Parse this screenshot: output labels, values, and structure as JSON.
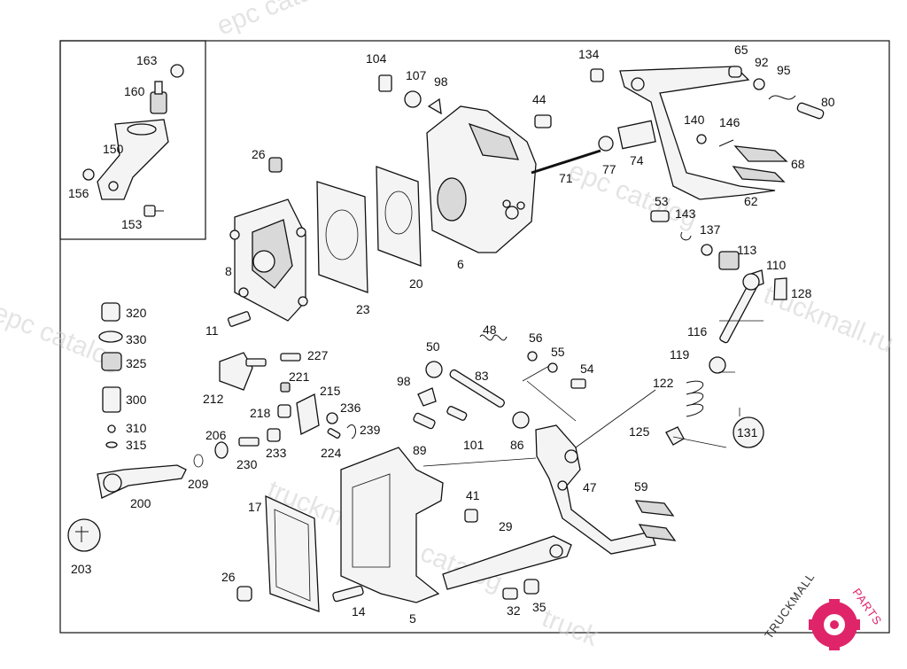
{
  "watermark": {
    "text_1": "epc catalog",
    "text_2": "truckmall.ru",
    "text_3": "epc catalog",
    "text_4": "truckmall.ru",
    "text_5": "epc catalog",
    "text_6": "epc catalog",
    "text_7": "truck"
  },
  "logo": {
    "brand_dark": "TRUCKMALL",
    "brand_light": "PARTS"
  },
  "colors": {
    "line": "#111111",
    "background": "#ffffff",
    "logo_accent": "#e0246a",
    "watermark": "#cfcfcf"
  },
  "labels": {
    "l163": "163",
    "l160": "160",
    "l150": "150",
    "l156": "156",
    "l153": "153",
    "l104": "104",
    "l107": "107",
    "l98a": "98",
    "l44": "44",
    "l134": "134",
    "l65": "65",
    "l92": "92",
    "l95": "95",
    "l80": "80",
    "l140": "140",
    "l146": "146",
    "l68": "68",
    "l74": "74",
    "l77": "77",
    "l71": "71",
    "l62": "62",
    "l53": "53",
    "l143": "143",
    "l137": "137",
    "l113": "113",
    "l110": "110",
    "l128": "128",
    "l26a": "26",
    "l8": "8",
    "l23": "23",
    "l20": "20",
    "l6": "6",
    "l11": "11",
    "l320": "320",
    "l330": "330",
    "l325": "325",
    "l300": "300",
    "l310": "310",
    "l315": "315",
    "l227": "227",
    "l221": "221",
    "l212": "212",
    "l215": "215",
    "l218": "218",
    "l236": "236",
    "l239": "239",
    "l224": "224",
    "l206": "206",
    "l230": "230",
    "l233": "233",
    "l209": "209",
    "l200": "200",
    "l203": "203",
    "l48": "48",
    "l50": "50",
    "l56": "56",
    "l55": "55",
    "l54": "54",
    "l98b": "98",
    "l83": "83",
    "l89": "89",
    "l101": "101",
    "l86": "86",
    "l116": "116",
    "l119": "119",
    "l122": "122",
    "l125": "125",
    "l131": "131",
    "l47": "47",
    "l59": "59",
    "l41": "41",
    "l29": "29",
    "l17": "17",
    "l26b": "26",
    "l14": "14",
    "l5": "5",
    "l32": "32",
    "l35": "35"
  }
}
